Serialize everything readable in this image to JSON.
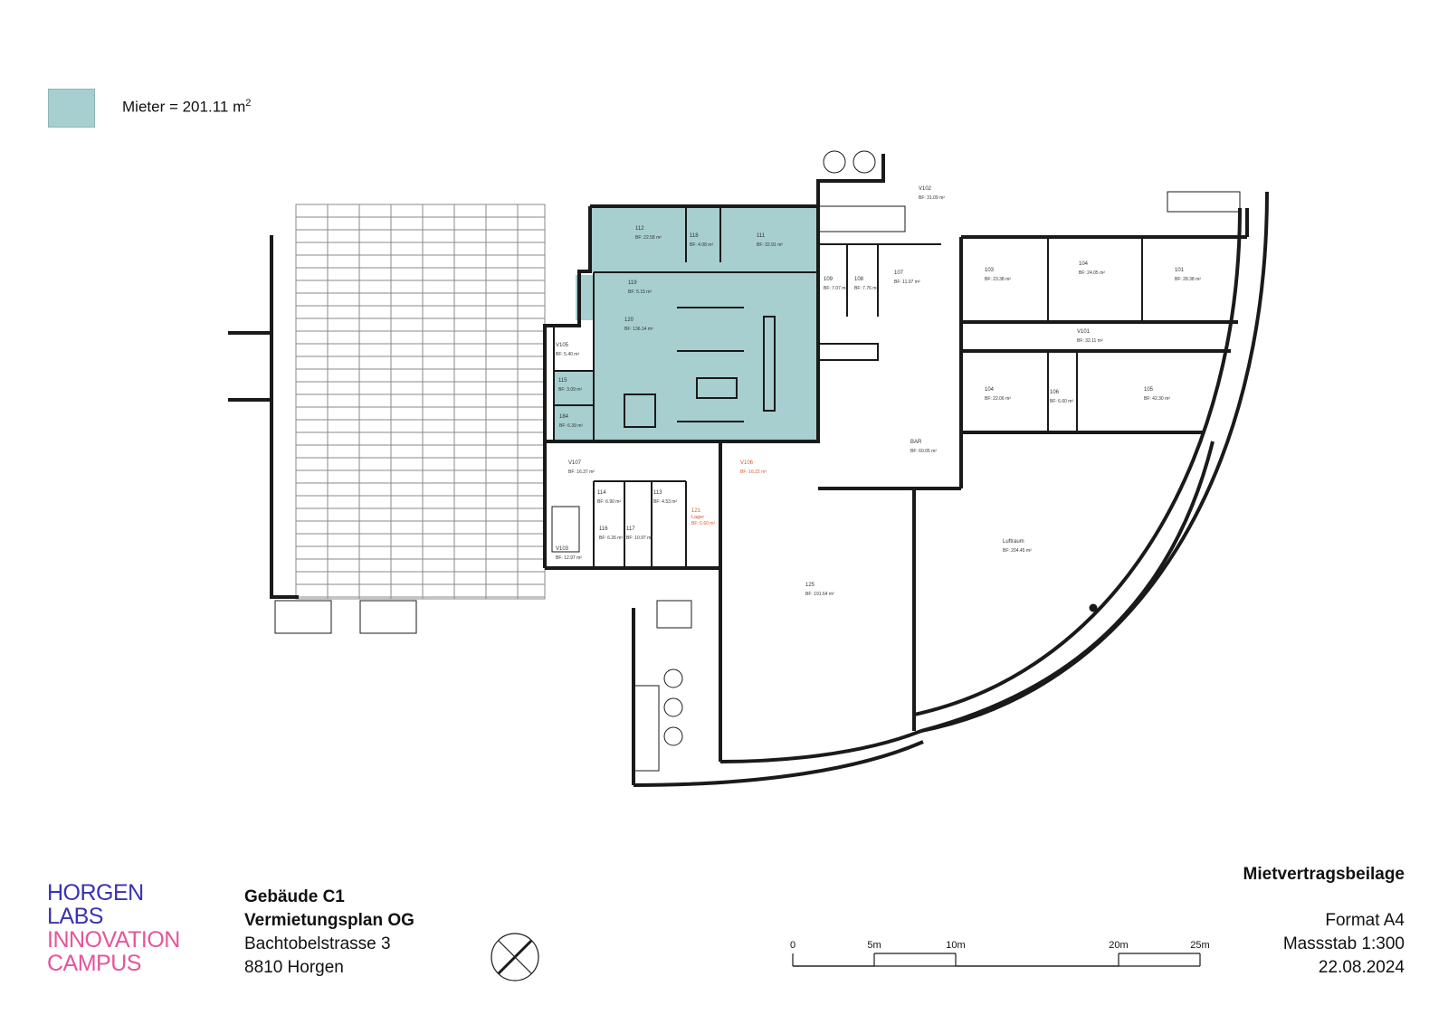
{
  "legend": {
    "color": "#a7cfcf",
    "label": "Mieter = 201.11 m",
    "sup": "2"
  },
  "rooms": [
    {
      "id": "r112",
      "no": "112",
      "area": "BF: 22.58 m²"
    },
    {
      "id": "r118",
      "no": "118",
      "area": "BF: 4.08 m²"
    },
    {
      "id": "r111",
      "no": "111",
      "area": "BF: 32.91 m²"
    },
    {
      "id": "r119",
      "no": "119",
      "area": "BF: 5.15 m²"
    },
    {
      "id": "r120",
      "no": "120",
      "area": "BF: 136.14 m²"
    },
    {
      "id": "rV105",
      "no": "V105",
      "area": "BF: 5.40 m²"
    },
    {
      "id": "r115",
      "no": "115",
      "area": "BF: 3.09 m²"
    },
    {
      "id": "r184",
      "no": "184",
      "area": "BF: 6.39 m²"
    },
    {
      "id": "rV102",
      "no": "V102",
      "area": "BF: 31.09 m²"
    },
    {
      "id": "r109",
      "no": "109",
      "area": "BF: 7.07 m²"
    },
    {
      "id": "r108",
      "no": "108",
      "area": "BF: 7.76 m²"
    },
    {
      "id": "r107",
      "no": "107",
      "area": "BF: 11.07 m²"
    },
    {
      "id": "r103",
      "no": "103",
      "area": "BF: 23.38 m²"
    },
    {
      "id": "r104a",
      "no": "104",
      "area": "BF: 24.05 m²"
    },
    {
      "id": "r101",
      "no": "101",
      "area": "BF: 28.38 m²"
    },
    {
      "id": "rV101",
      "no": "V101",
      "area": "BF: 32.11 m²"
    },
    {
      "id": "r104b",
      "no": "104",
      "area": "BF: 22.06 m²"
    },
    {
      "id": "r106",
      "no": "106",
      "area": "BF: 6.60 m²"
    },
    {
      "id": "r105",
      "no": "105",
      "area": "BF: 42.30 m²"
    },
    {
      "id": "rBAR",
      "no": "BAR",
      "area": "BF: 60.05 m²"
    },
    {
      "id": "rV107",
      "no": "V107",
      "area": "BF: 16.37 m²"
    },
    {
      "id": "rV106",
      "no": "V106",
      "area": "BF: 16.22 m²"
    },
    {
      "id": "r114",
      "no": "114",
      "area": "BF: 6.90 m²"
    },
    {
      "id": "r113",
      "no": "113",
      "area": "BF: 4.53 m²"
    },
    {
      "id": "r116",
      "no": "116",
      "area": "BF: 6.26 m²"
    },
    {
      "id": "r117",
      "no": "117",
      "area": "BF: 10.97 m²"
    },
    {
      "id": "r121",
      "no": "121",
      "sub": "Lager",
      "area": "BF: 6.60 m²"
    },
    {
      "id": "rV103",
      "no": "V103",
      "area": "BF: 12.97 m²"
    },
    {
      "id": "rLuft",
      "no": "Luftraum",
      "area": "BF: 204.45 m²"
    },
    {
      "id": "r125",
      "no": "125",
      "area": "BF: 191.64 m²"
    }
  ],
  "logo": {
    "line1": "HORGEN",
    "line2": "LABS",
    "line3": "INNOVATION",
    "line4": "CAMPUS",
    "color_primary": "#3a32b3",
    "color_secondary": "#e5559c"
  },
  "building": {
    "name": "Gebäude C1",
    "plan": "Vermietungsplan OG",
    "street": "Bachtobelstrasse 3",
    "city": "8810 Horgen"
  },
  "doc": {
    "title": "Mietvertragsbeilage",
    "format": "Format A4",
    "scale": "Massstab 1:300",
    "date": "22.08.2024"
  },
  "scalebar": {
    "labels": [
      "0",
      "5m",
      "10m",
      "20m",
      "25m"
    ],
    "values_m": [
      0,
      5,
      10,
      20,
      25
    ]
  }
}
